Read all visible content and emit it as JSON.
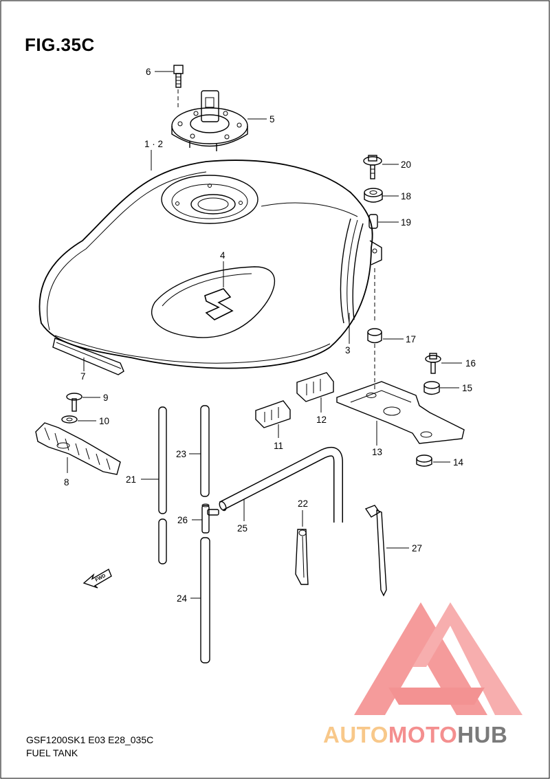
{
  "figure": {
    "title": "FIG.35C",
    "code": "GSF1200SK1 E03 E28_035C",
    "name": "FUEL TANK"
  },
  "callouts": [
    {
      "id": "6",
      "label": "6"
    },
    {
      "id": "5",
      "label": "5"
    },
    {
      "id": "1-2",
      "label": "1 · 2"
    },
    {
      "id": "20",
      "label": "20"
    },
    {
      "id": "18",
      "label": "18"
    },
    {
      "id": "19",
      "label": "19"
    },
    {
      "id": "4",
      "label": "4"
    },
    {
      "id": "3",
      "label": "3"
    },
    {
      "id": "17",
      "label": "17"
    },
    {
      "id": "7",
      "label": "7"
    },
    {
      "id": "16",
      "label": "16"
    },
    {
      "id": "15",
      "label": "15"
    },
    {
      "id": "9",
      "label": "9"
    },
    {
      "id": "10",
      "label": "10"
    },
    {
      "id": "12",
      "label": "12"
    },
    {
      "id": "13",
      "label": "13"
    },
    {
      "id": "11",
      "label": "11"
    },
    {
      "id": "14",
      "label": "14"
    },
    {
      "id": "8",
      "label": "8"
    },
    {
      "id": "23",
      "label": "23"
    },
    {
      "id": "21",
      "label": "21"
    },
    {
      "id": "22",
      "label": "22"
    },
    {
      "id": "26",
      "label": "26"
    },
    {
      "id": "25",
      "label": "25"
    },
    {
      "id": "27",
      "label": "27"
    },
    {
      "id": "24",
      "label": "24"
    }
  ],
  "fwd_marker": {
    "label": "FWD"
  },
  "watermark": {
    "text_parts": [
      "AUTO",
      "MOTO",
      "HUB"
    ],
    "colors": {
      "auto": "#f8c88a",
      "moto": "#f48f8f",
      "hub": "#7a7a7a",
      "logo": "#f28080"
    }
  }
}
